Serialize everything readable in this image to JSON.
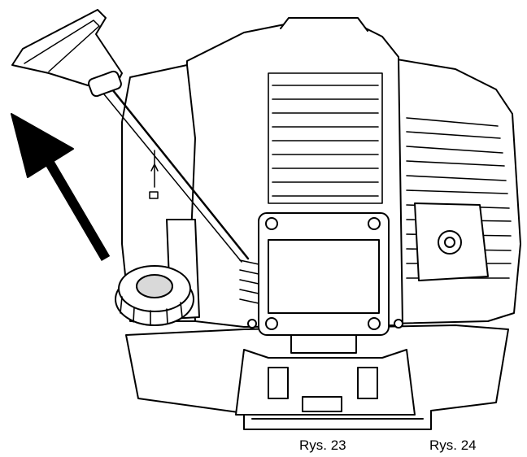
{
  "figure": {
    "icon": "engine-pull-start-illustration",
    "captions": {
      "fig23": "Rys. 23",
      "fig24": "Rys. 24"
    },
    "colors": {
      "line": "#000000",
      "fill": "#ffffff",
      "shade": "#d9d9d9"
    }
  }
}
